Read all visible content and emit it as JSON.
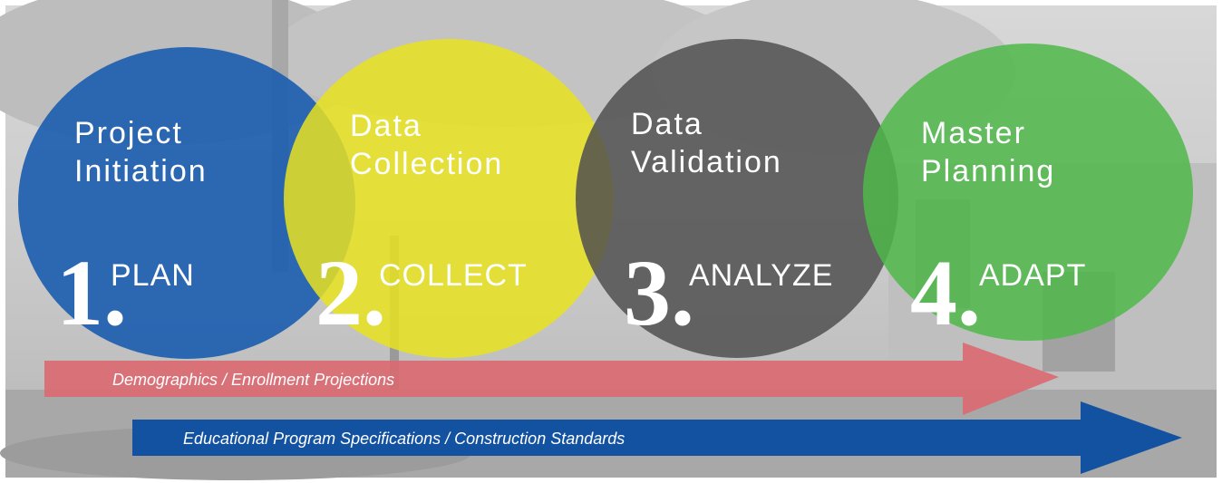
{
  "phases": [
    {
      "title_line1": "Project",
      "title_line2": "Initiation",
      "number": "1.",
      "step": "PLAN",
      "color": "#1e5eb0"
    },
    {
      "title_line1": "Data",
      "title_line2": "Collection",
      "number": "2.",
      "step": "COLLECT",
      "color": "#e9e21e"
    },
    {
      "title_line1": "Data",
      "title_line2": "Validation",
      "number": "3.",
      "step": "ANALYZE",
      "color": "#505050"
    },
    {
      "title_line1": "Master",
      "title_line2": "Planning",
      "number": "4.",
      "step": "ADAPT",
      "color": "#4fb94a"
    }
  ],
  "arrows": [
    {
      "label": "Demographics / Enrollment Projections",
      "color": "#dc6870"
    },
    {
      "label": "Educational Program Specifications / Construction Standards",
      "color": "#0e4fa0"
    }
  ]
}
